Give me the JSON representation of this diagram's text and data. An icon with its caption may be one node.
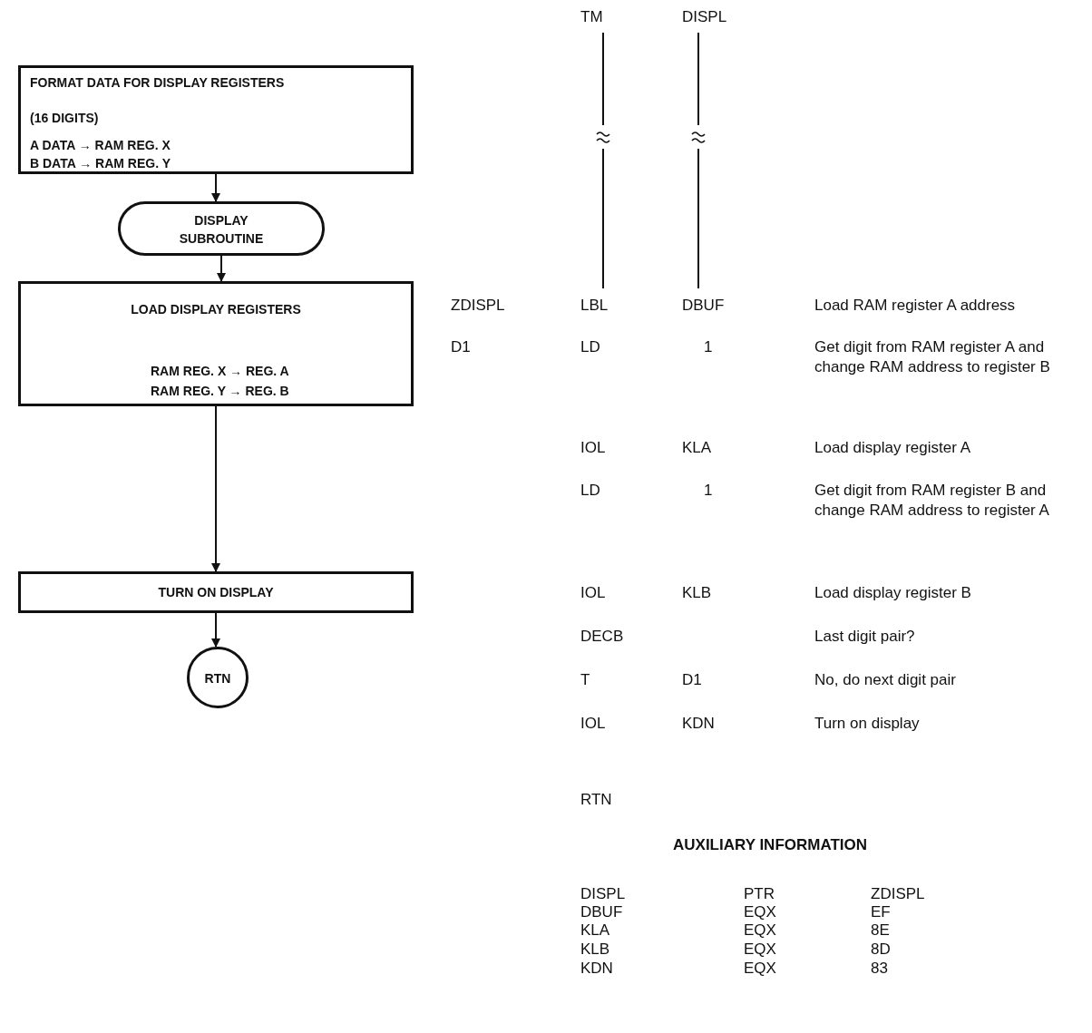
{
  "diagram": {
    "nodes": [
      {
        "text": [
          "FORMAT DATA FOR DISPLAY REGISTERS",
          "(16 DIGITS)",
          "A DATA → RAM REG. X",
          "B DATA → RAM REG. Y"
        ]
      },
      {
        "text": [
          "DISPLAY SUBROUTINE"
        ]
      },
      {
        "text": [
          "LOAD DISPLAY REGISTERS",
          "RAM REG. X → REG. A",
          "RAM REG. Y → REG. B"
        ]
      },
      {
        "text": [
          "TURN ON DISPLAY"
        ]
      },
      {
        "text": [
          "RTN"
        ]
      }
    ],
    "edges": [
      {
        "from": 0,
        "to": 1,
        "arrow": "to"
      },
      {
        "from": 1,
        "to": 2,
        "arrow": "to"
      },
      {
        "from": 2,
        "to": 3,
        "arrow": "to"
      },
      {
        "from": 3,
        "to": 4,
        "arrow": "to"
      }
    ],
    "labels": [
      "TM",
      "DISPL",
      "ZDISPL",
      "LBL",
      "DBUF",
      "Load RAM register A address",
      "D1",
      "LD",
      "1",
      "Get digit from RAM register A and change RAM address to register B",
      "IOL",
      "KLA",
      "Load display register A",
      "LD",
      "1",
      "Get digit from RAM register B and change RAM address to register A",
      "IOL",
      "KLB",
      "Load display register B",
      "DECB",
      "Last digit pair?",
      "T",
      "D1",
      "No, do next digit pair",
      "IOL",
      "KDN",
      "Turn on display",
      "RTN",
      "AUXILIARY INFORMATION",
      "DISPL",
      "PTR",
      "ZDISPL",
      "DBUF",
      "EQX",
      "EF",
      "KLA",
      "EQX",
      "8E",
      "KLB",
      "EQX",
      "8D",
      "KDN",
      "EQX",
      "83"
    ]
  }
}
